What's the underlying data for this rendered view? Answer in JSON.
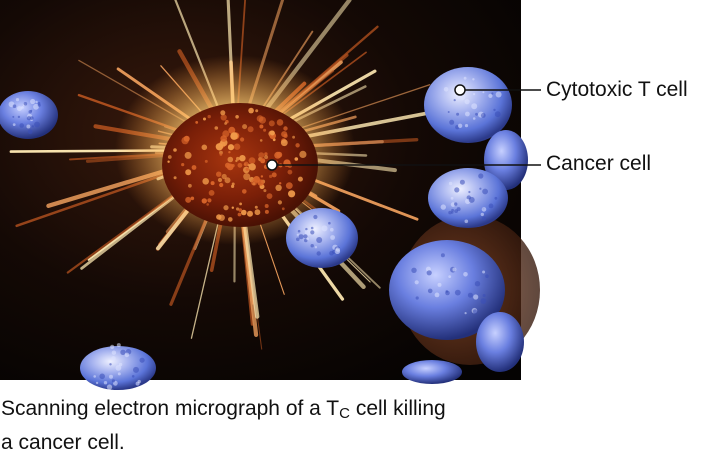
{
  "labels": {
    "t_cell": "Cytotoxic T cell",
    "cancer_cell": "Cancer cell"
  },
  "caption": {
    "line1_start": "Scanning electron micrograph of a T",
    "line1_sub": "C",
    "line1_end": " cell killing",
    "line2": "a cancer cell."
  },
  "colors": {
    "background": "#0a0604",
    "cancer_core": "#7a1f08",
    "cancer_glow": "#fff2b0",
    "spike": "#f2c78a",
    "t_cell": "#5b74d8",
    "t_cell_highlight": "#e4e8ff",
    "leader_line": "#111111"
  }
}
